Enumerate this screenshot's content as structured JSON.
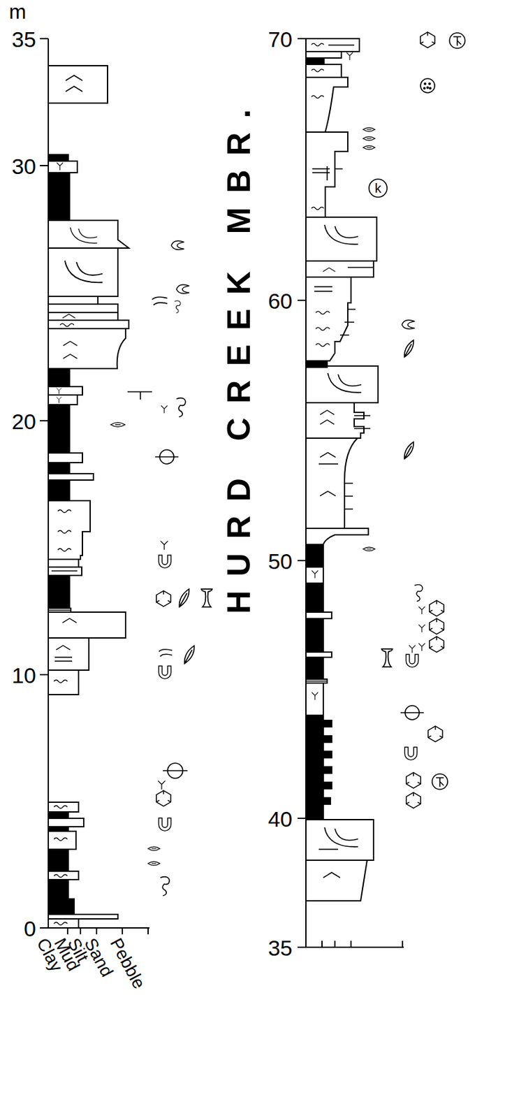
{
  "diagram": {
    "labels": [
      "m",
      "35",
      "30",
      "20",
      "10",
      "0",
      "Clay",
      "Mud",
      "Silt",
      "Sand",
      "Pebble",
      "HURD CREEK MBR.",
      "70",
      "60",
      "50",
      "40",
      "35",
      "k"
    ]
  }
}
